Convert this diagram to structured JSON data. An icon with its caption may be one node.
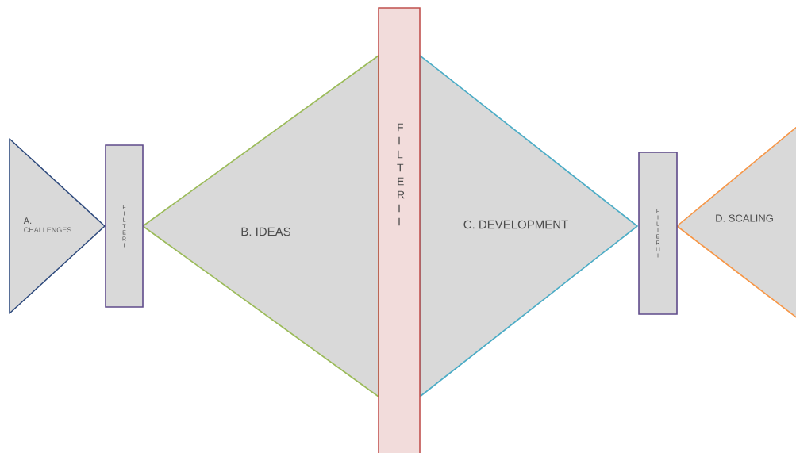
{
  "diagram": {
    "nodes": [
      {
        "text": [
          "A.",
          "CHALLENGES"
        ]
      },
      {
        "text": [
          "F I L T E R I"
        ]
      },
      {
        "text": [
          "B. IDEAS"
        ]
      },
      {
        "text": [
          "F I L T E R I I"
        ]
      },
      {
        "text": [
          "C. DEVELOPMENT"
        ]
      },
      {
        "text": [
          "F I L T E R I I I"
        ]
      },
      {
        "text": [
          "D. SCALING"
        ]
      }
    ]
  }
}
